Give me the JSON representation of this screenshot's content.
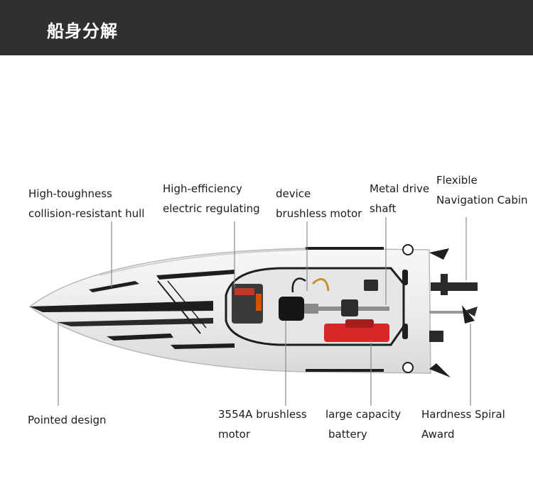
{
  "header": {
    "title": "船身分解",
    "background": "#303030"
  },
  "callouts": [
    {
      "id": "hull",
      "lines": [
        "High-toughness",
        "collision-resistant hull"
      ]
    },
    {
      "id": "esc",
      "lines": [
        "High-efficiency",
        "electric regulating"
      ]
    },
    {
      "id": "motor-device",
      "lines": [
        "device",
        "brushless motor"
      ]
    },
    {
      "id": "shaft",
      "lines": [
        "Metal drive",
        "shaft"
      ]
    },
    {
      "id": "cabin",
      "lines": [
        "Flexible",
        "Navigation Cabin"
      ]
    },
    {
      "id": "pointed",
      "lines": [
        "Pointed design"
      ]
    },
    {
      "id": "motor-3554",
      "lines": [
        "3554A brushless",
        "motor"
      ]
    },
    {
      "id": "battery",
      "lines": [
        "large capacity",
        "battery"
      ]
    },
    {
      "id": "propeller",
      "lines": [
        "Hardness Spiral",
        "Award"
      ]
    }
  ]
}
